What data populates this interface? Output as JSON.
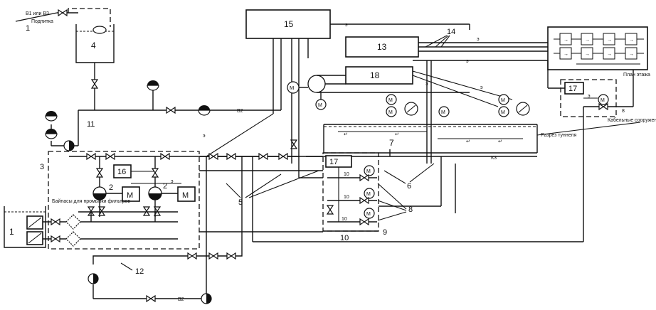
{
  "source_labels": {
    "inlet": "В1 или В3",
    "makeup": "Подпитка"
  },
  "pipe_codes": {
    "b2_upper": "В2",
    "b2_lower": "В2",
    "k3": "К3"
  },
  "signal_line_code": "э",
  "annotations": {
    "bypass": "Байпасы для промывки фильтров",
    "tunnel_section": "Разрез туннеля",
    "cable_structures": "Кабельные сооружения",
    "floor_plan": "План этажа"
  },
  "callouts": {
    "n1": "1",
    "n1b": "1",
    "n2a": "2",
    "n2b": "2",
    "n3": "3",
    "n4": "4",
    "n5": "5",
    "n6": "6",
    "n7": "7",
    "n8a": "8",
    "n8b": "8",
    "n9": "9",
    "n10a": "10",
    "n10b": "10",
    "n10c": "10",
    "n10d": "10",
    "n10e": "10",
    "n11": "11",
    "n12": "12",
    "n13": "13",
    "n14": "14",
    "n15": "15",
    "n16": "16",
    "n17a": "17",
    "n17b": "17",
    "n18": "18"
  },
  "device_glyphs": {
    "motor": "М",
    "arrow": "→",
    "tunnel_arrow": "↵"
  },
  "colors": {
    "ink": "#111111",
    "paper": "#ffffff"
  }
}
